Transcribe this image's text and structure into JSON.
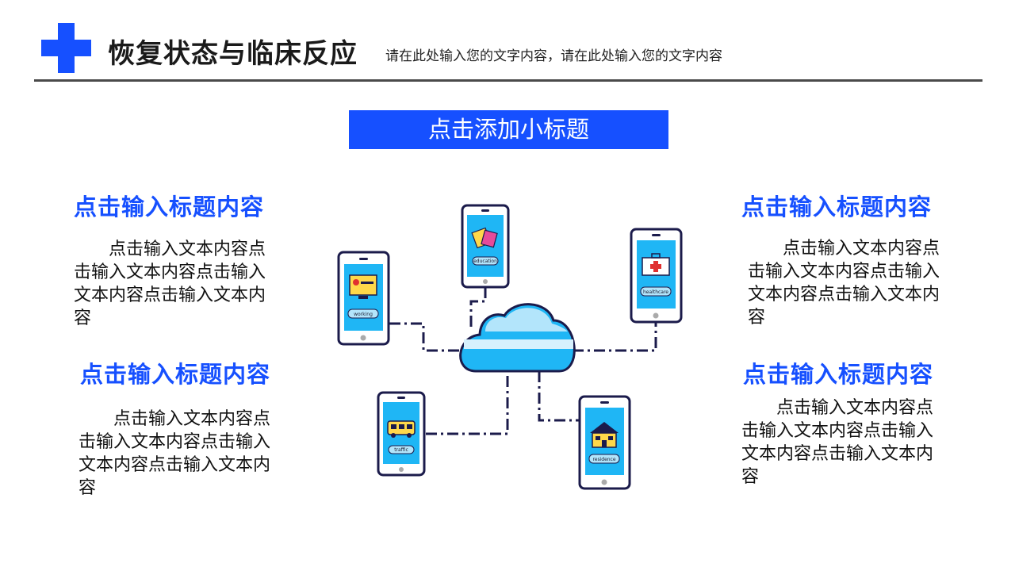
{
  "header": {
    "title": "恢复状态与临床反应",
    "subtitle": "请在此处输入您的文字内容，请在此处输入您的文字内容"
  },
  "banner": {
    "label": "点击添加小标题"
  },
  "blocks": [
    {
      "title": "点击输入标题内容",
      "body": "点击输入文本内容点击输入文本内容点击输入文本内容点击输入文本内容"
    },
    {
      "title": "点击输入标题内容",
      "body": "点击输入文本内容点击输入文本内容点击输入文本内容点击输入文本内容"
    },
    {
      "title": "点击输入标题内容",
      "body": "点击输入文本内容点击输入文本内容点击输入文本内容点击输入文本内容"
    },
    {
      "title": "点击输入标题内容",
      "body": "点击输入文本内容点击输入文本内容点击输入文本内容点击输入文本内容"
    }
  ],
  "diagram": {
    "phones": [
      {
        "label": "working"
      },
      {
        "label": "education"
      },
      {
        "label": "healthcare"
      },
      {
        "label": "traffic"
      },
      {
        "label": "residence"
      }
    ]
  },
  "colors": {
    "accent": "#1650ff",
    "cloud": "#1fb6f5",
    "cloud_light": "#b3e5fb",
    "phone_frame": "#1b1b4b",
    "phone_screen": "#1fb6f5"
  }
}
